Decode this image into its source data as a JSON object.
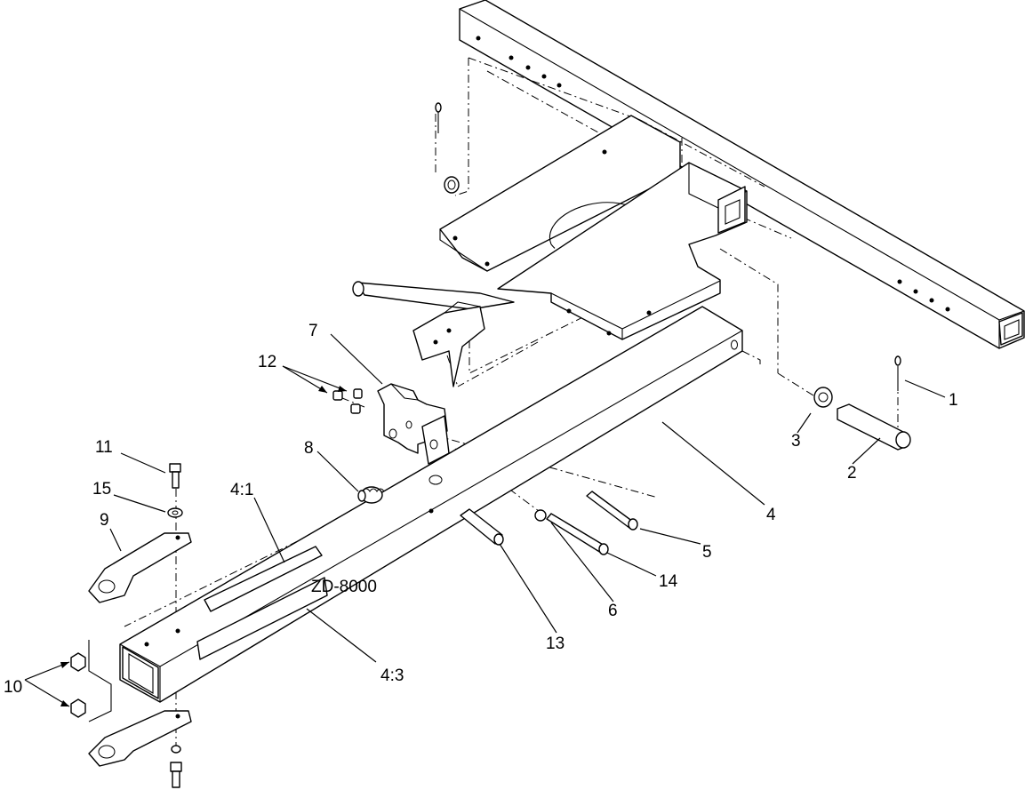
{
  "callouts": [
    {
      "id": "c1",
      "label": "1"
    },
    {
      "id": "c2",
      "label": "2"
    },
    {
      "id": "c3",
      "label": "3"
    },
    {
      "id": "c4",
      "label": "4"
    },
    {
      "id": "c5",
      "label": "5"
    },
    {
      "id": "c6",
      "label": "6"
    },
    {
      "id": "c7",
      "label": "7"
    },
    {
      "id": "c8",
      "label": "8"
    },
    {
      "id": "c9",
      "label": "9"
    },
    {
      "id": "c10",
      "label": "10"
    },
    {
      "id": "c11",
      "label": "11"
    },
    {
      "id": "c12",
      "label": "12"
    },
    {
      "id": "c13",
      "label": "13"
    },
    {
      "id": "c14",
      "label": "14"
    },
    {
      "id": "c15",
      "label": "15"
    },
    {
      "id": "c41",
      "label": "4:1"
    },
    {
      "id": "c43",
      "label": "4:3"
    }
  ],
  "decal_text": "ZD-8000"
}
